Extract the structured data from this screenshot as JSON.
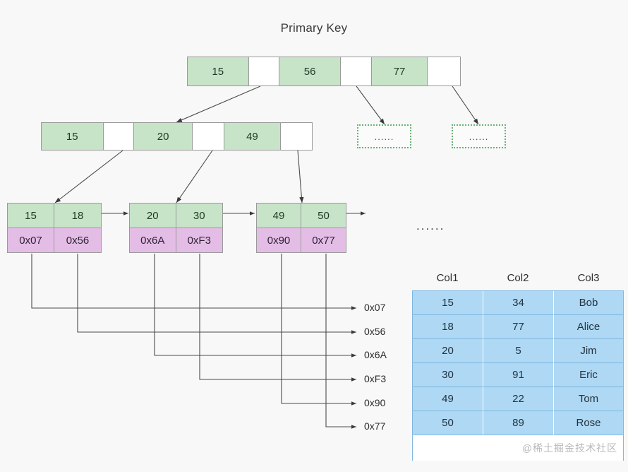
{
  "diagram": {
    "title": "Primary Key",
    "background": "#f8f8f8",
    "colors": {
      "key_cell": "#c7e3c8",
      "pointer_cell": "#ffffff",
      "address_cell": "#e4bde6",
      "table_row": "#aed8f4",
      "table_border": "#7fb8e0",
      "dotted_border": "#67b473",
      "line": "#4a4a4a"
    }
  },
  "root_node": {
    "name": "root-node",
    "cells": [
      {
        "type": "key",
        "label": "15"
      },
      {
        "type": "ptr",
        "label": ""
      },
      {
        "type": "key",
        "label": "56"
      },
      {
        "type": "ptr",
        "label": ""
      },
      {
        "type": "key",
        "label": "77"
      },
      {
        "type": "ptr",
        "label": ""
      }
    ]
  },
  "internal_node": {
    "name": "internal-node",
    "cells": [
      {
        "type": "key",
        "label": "15"
      },
      {
        "type": "ptr",
        "label": ""
      },
      {
        "type": "key",
        "label": "20"
      },
      {
        "type": "ptr",
        "label": ""
      },
      {
        "type": "key",
        "label": "49"
      },
      {
        "type": "ptr",
        "label": ""
      }
    ]
  },
  "ellipsis_boxes": [
    {
      "label": "......"
    },
    {
      "label": "......"
    }
  ],
  "ellipsis_free": "......",
  "leaf_nodes": [
    {
      "keys": [
        "15",
        "18"
      ],
      "addrs": [
        "0x07",
        "0x56"
      ]
    },
    {
      "keys": [
        "20",
        "30"
      ],
      "addrs": [
        "0x6A",
        "0xF3"
      ]
    },
    {
      "keys": [
        "49",
        "50"
      ],
      "addrs": [
        "0x90",
        "0x77"
      ]
    }
  ],
  "address_labels": [
    "0x07",
    "0x56",
    "0x6A",
    "0xF3",
    "0x90",
    "0x77"
  ],
  "table": {
    "headers": [
      "Col1",
      "Col2",
      "Col3"
    ],
    "rows": [
      [
        "15",
        "34",
        "Bob"
      ],
      [
        "18",
        "77",
        "Alice"
      ],
      [
        "20",
        "5",
        "Jim"
      ],
      [
        "30",
        "91",
        "Eric"
      ],
      [
        "49",
        "22",
        "Tom"
      ],
      [
        "50",
        "89",
        "Rose"
      ]
    ],
    "watermark": "@稀土掘金技术社区"
  }
}
